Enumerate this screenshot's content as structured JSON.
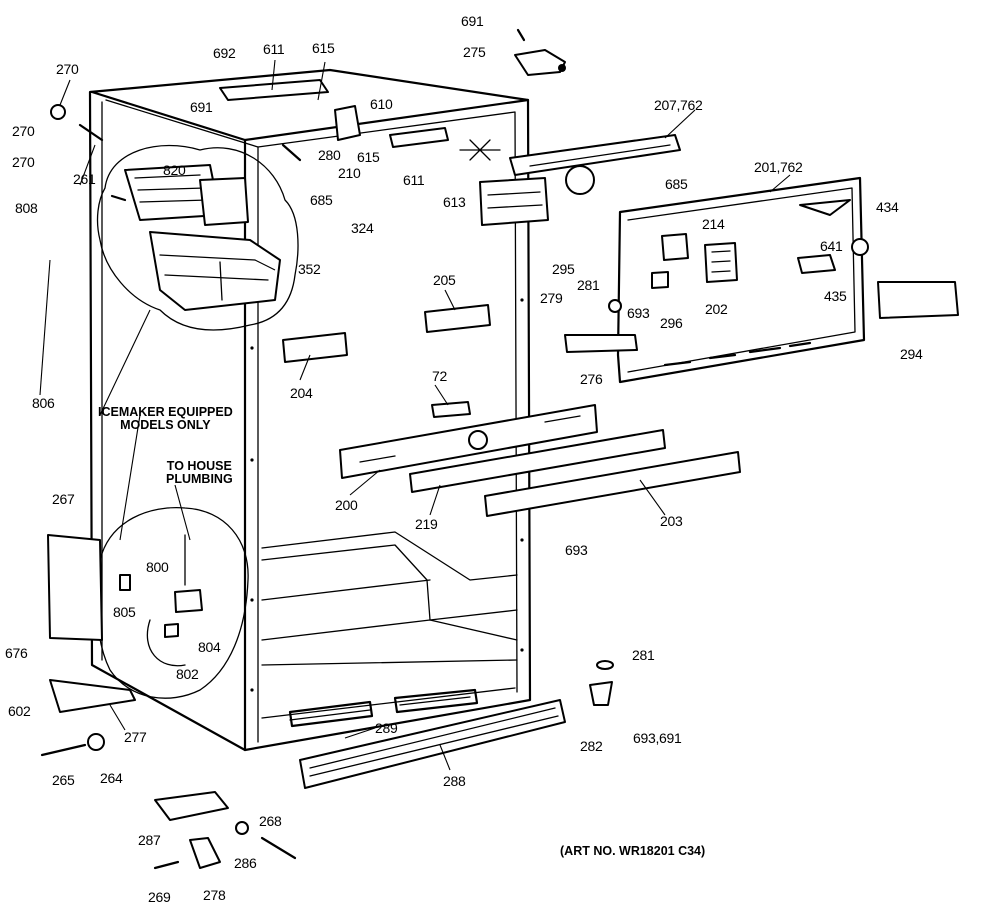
{
  "part_labels": [
    "691",
    "275",
    "692",
    "611",
    "615",
    "270",
    "610",
    "207,762",
    "691",
    "280",
    "615",
    "611",
    "270",
    "613",
    "270",
    "261",
    "820",
    "210",
    "685",
    "201,762",
    "685",
    "808",
    "324",
    "214",
    "434",
    "641",
    "295",
    "281",
    "693",
    "296",
    "202",
    "435",
    "279",
    "294",
    "352",
    "205",
    "204",
    "276",
    "806",
    "72",
    "200",
    "219",
    "203",
    "693",
    "267",
    "800",
    "805",
    "804",
    "802",
    "281",
    "676",
    "602",
    "277",
    "289",
    "282",
    "693,691",
    "265",
    "264",
    "288",
    "287",
    "268",
    "286",
    "269",
    "278"
  ],
  "notes": {
    "icemaker": "ICEMAKER EQUIPPED\nMODELS ONLY",
    "plumbing": "TO HOUSE\nPLUMBING"
  },
  "art_number": "(ART NO. WR18201 C34)"
}
